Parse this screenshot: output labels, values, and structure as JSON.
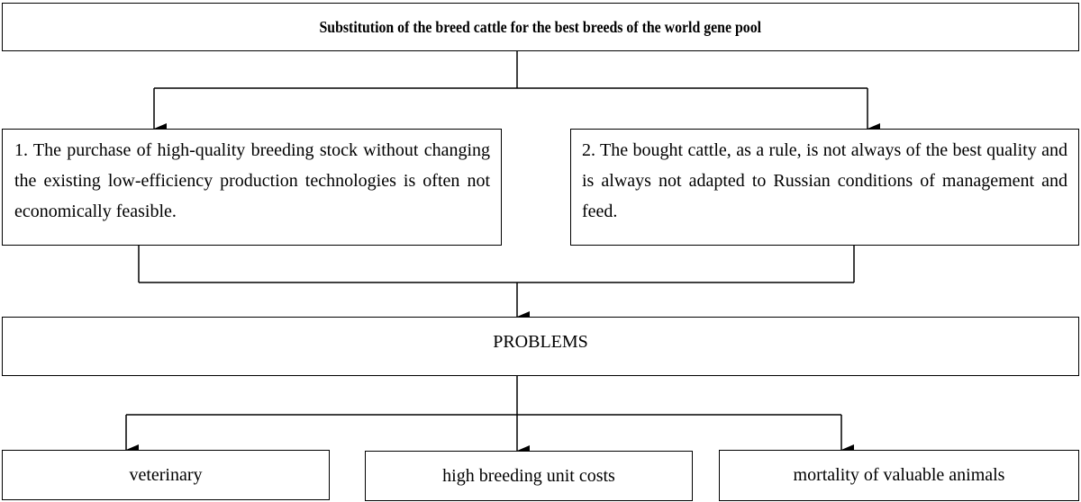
{
  "top_box": {
    "text": "Substitution of the breed cattle for the best breeds of the world gene pool"
  },
  "cause_boxes": [
    {
      "text": "1. The purchase of high-quality breeding stock without changing the existing low-efficiency production technologies is often not economically feasible."
    },
    {
      "text": "2. The bought cattle, as a rule, is not always of the best quality and is always not adapted to Russian conditions of management and feed."
    }
  ],
  "problems_box": {
    "text": "PROBLEMS"
  },
  "problem_items": [
    {
      "text": "veterinary"
    },
    {
      "text": "high breeding unit costs"
    },
    {
      "text": "mortality of valuable animals"
    }
  ]
}
